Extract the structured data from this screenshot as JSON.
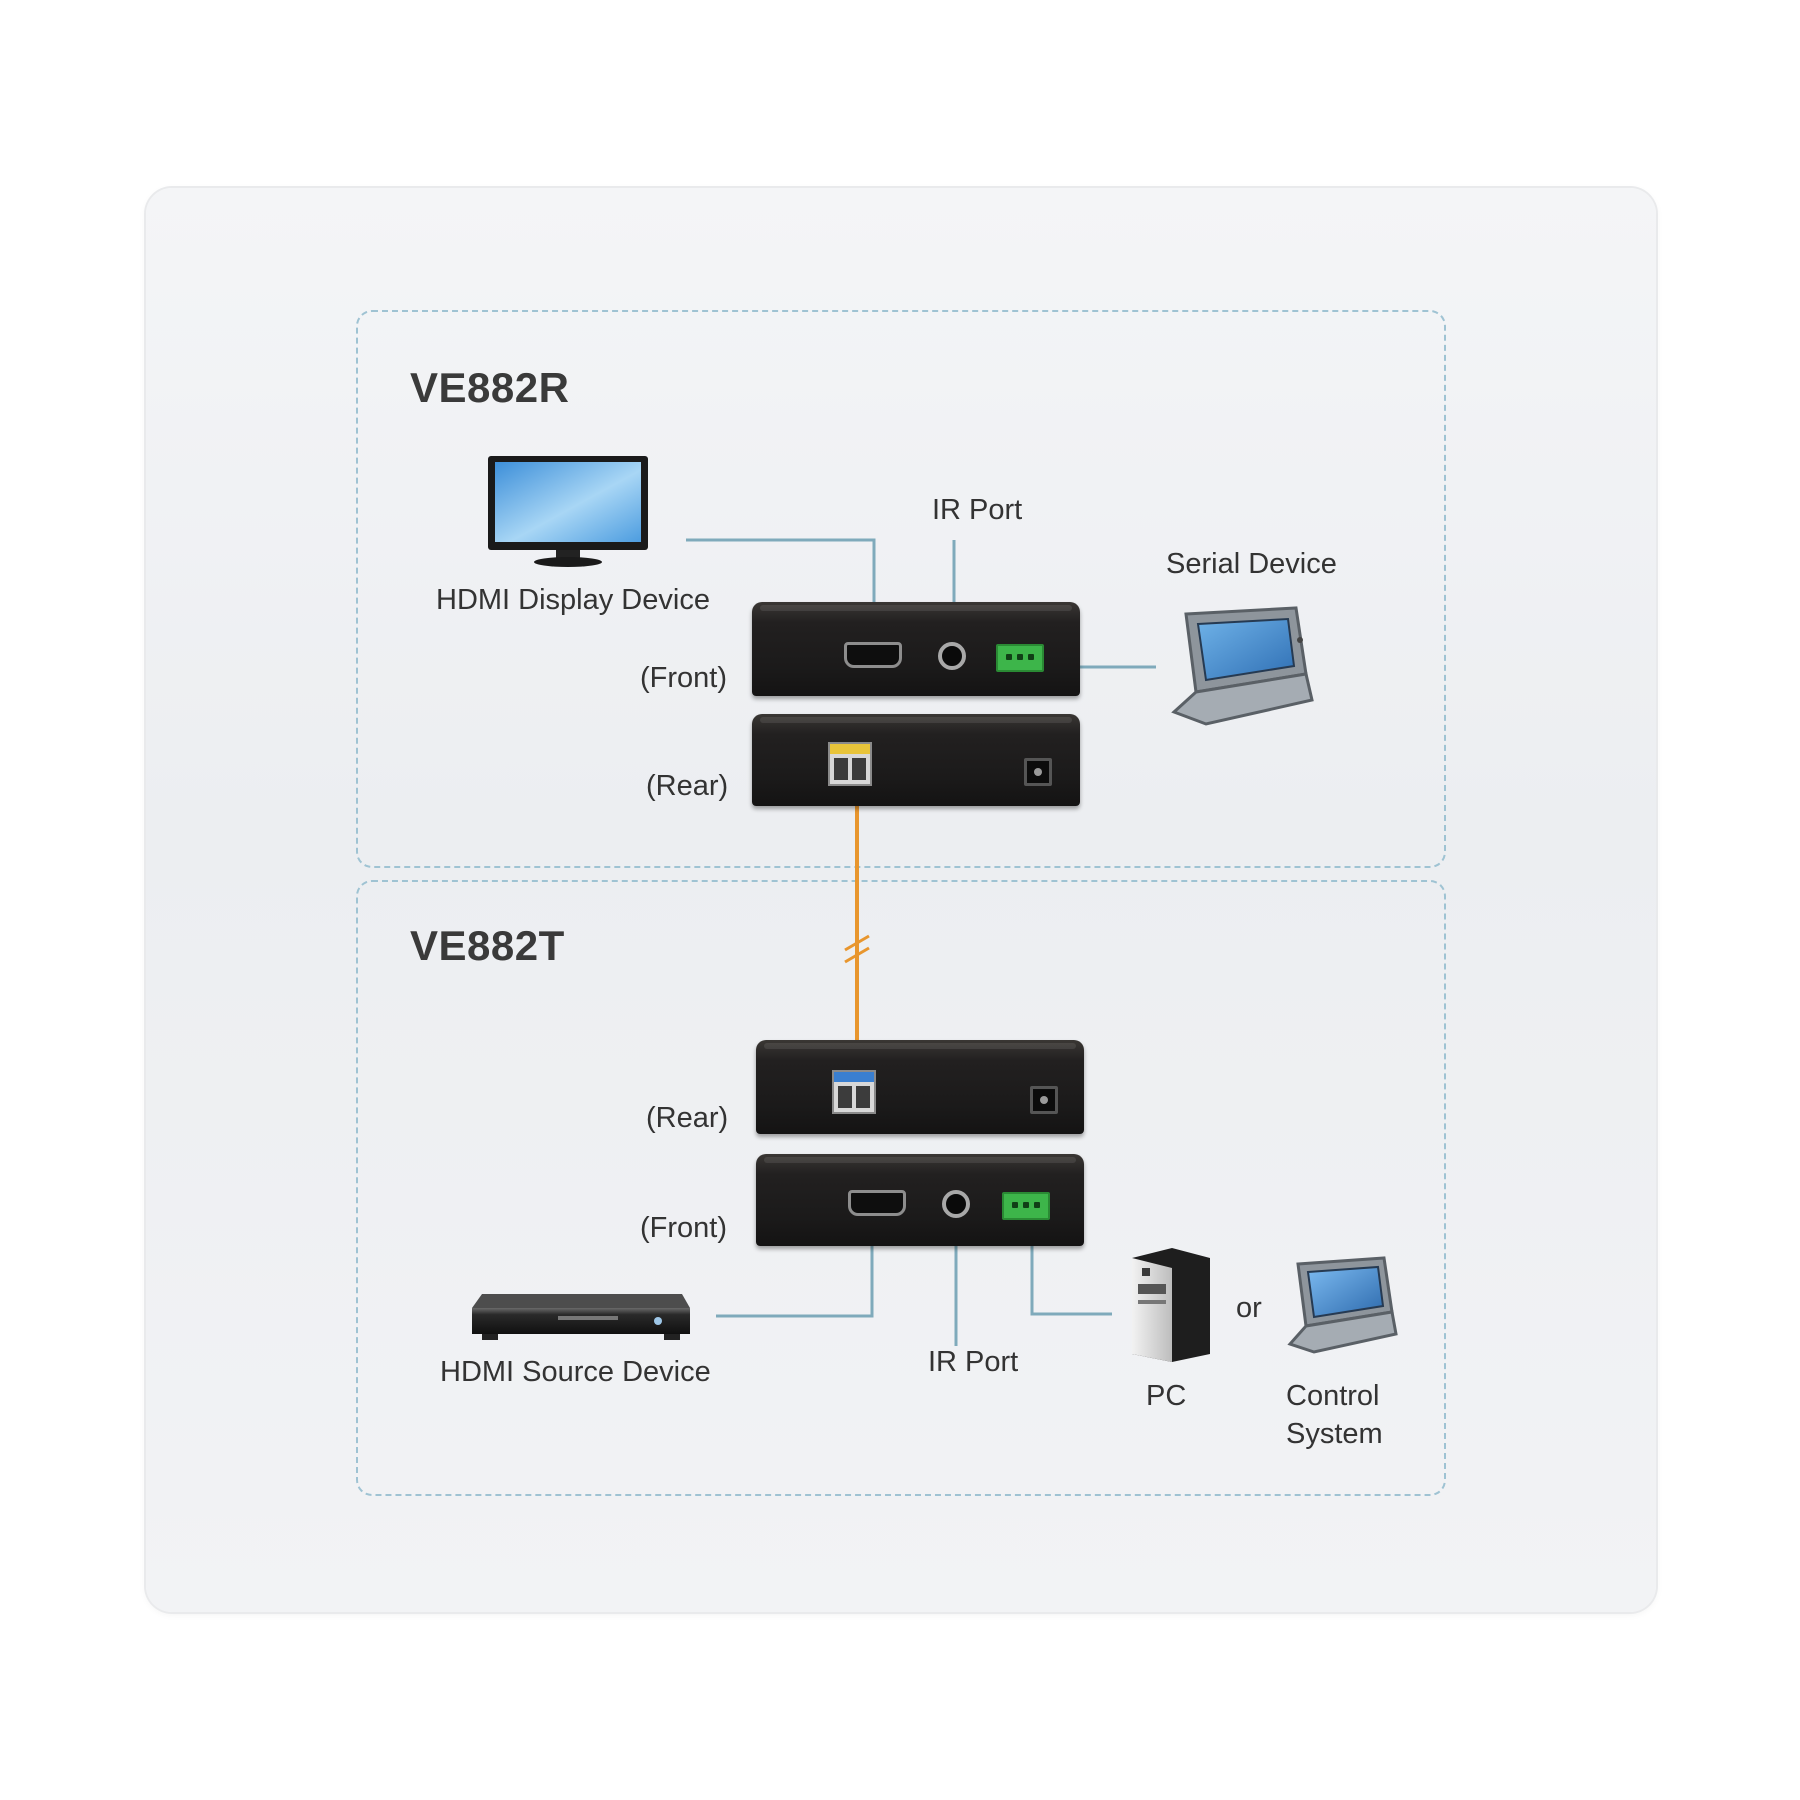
{
  "receiver": {
    "title": "VE882R",
    "display_label": "HDMI Display Device",
    "ir_label": "IR Port",
    "serial_label": "Serial Device",
    "front_label": "(Front)",
    "rear_label": "(Rear)"
  },
  "transmitter": {
    "title": "VE882T",
    "rear_label": "(Rear)",
    "front_label": "(Front)",
    "source_label": "HDMI Source Device",
    "ir_label": "IR Port",
    "pc_label": "PC",
    "or_label": "or",
    "control_label_line1": "Control",
    "control_label_line2": "System"
  },
  "colors": {
    "fiber": "#e8962e",
    "wire": "#7faabb",
    "zone_border": "#9fc3d3",
    "serial_green": "#3db54a",
    "sfp_tag_r": "#e8c43a",
    "sfp_tag_t": "#3a7fd0"
  },
  "icons": [
    "monitor-icon",
    "touch-panel-icon",
    "blu-ray-player-icon",
    "pc-tower-icon",
    "control-panel-icon"
  ]
}
